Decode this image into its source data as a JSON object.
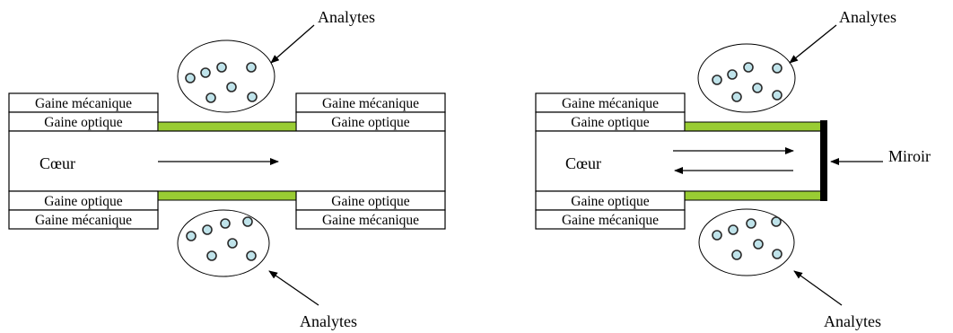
{
  "left_diagram": {
    "analytes_top": "Analytes",
    "analytes_bottom": "Analytes",
    "gaine_mecanique_top_left": "Gaine mécanique",
    "gaine_mecanique_top_right": "Gaine mécanique",
    "gaine_optique_top_left": "Gaine optique",
    "gaine_optique_top_right": "Gaine optique",
    "coeur": "Cœur",
    "gaine_optique_bottom_left": "Gaine optique",
    "gaine_optique_bottom_right": "Gaine optique",
    "gaine_mecanique_bottom_left": "Gaine mécanique",
    "gaine_mecanique_bottom_right": "Gaine mécanique"
  },
  "right_diagram": {
    "analytes_top": "Analytes",
    "analytes_bottom": "Analytes",
    "gaine_mecanique_top": "Gaine mécanique",
    "gaine_optique_top": "Gaine optique",
    "coeur": "Cœur",
    "gaine_optique_bottom": "Gaine optique",
    "gaine_mecanique_bottom": "Gaine mécanique",
    "miroir": "Miroir"
  },
  "colors": {
    "sensing_zone": "#99cc33",
    "analyte_particle": "#bfe3ea",
    "mirror": "#000000"
  }
}
